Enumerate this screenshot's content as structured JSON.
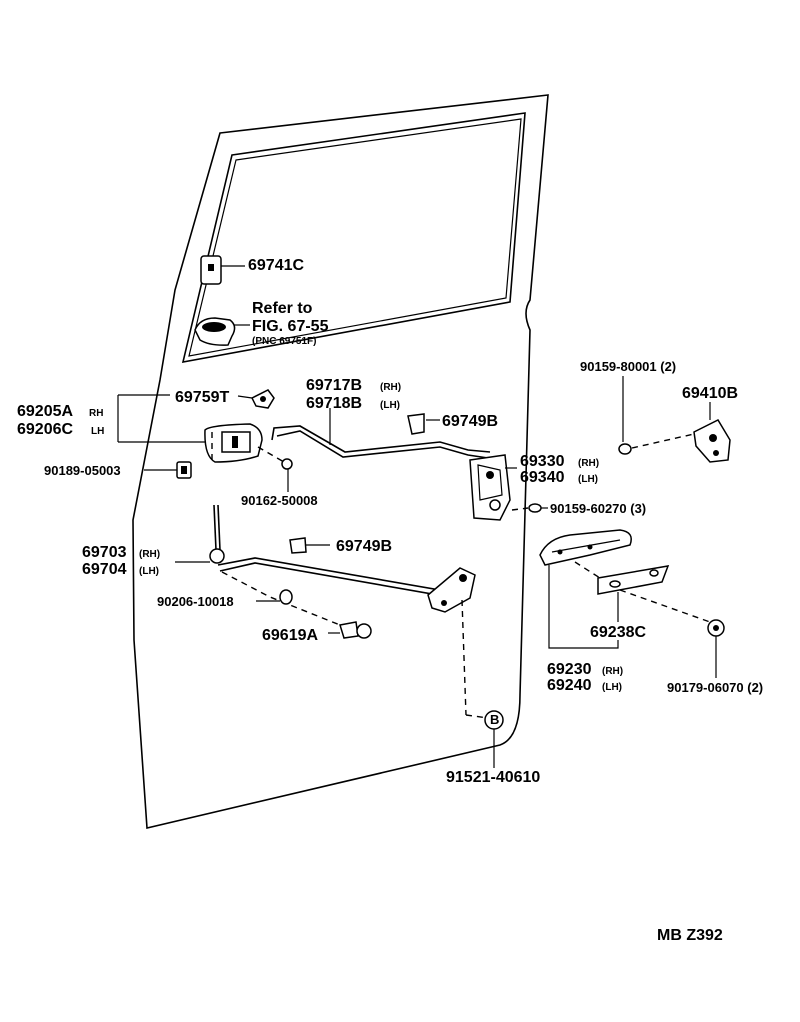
{
  "labels": {
    "p69741C": "69741C",
    "refer1": "Refer  to",
    "refer2": "FIG. 67-55",
    "refer3": "(PNC  69751F)",
    "p69759T": "69759T",
    "p69205A": "69205A",
    "rh1": "RH",
    "p69206C": "69206C",
    "lh1": "LH",
    "p69717B": "69717B",
    "rh2": "(RH)",
    "p69718B": "69718B",
    "lh2": "(LH)",
    "p69749B_top": "69749B",
    "p90189": "90189-05003",
    "p90162": "90162-50008",
    "p90159_80001": "90159-80001 (2)",
    "p69410B": "69410B",
    "p69330": "69330",
    "rh3": "(RH)",
    "p69340": "69340",
    "lh3": "(LH)",
    "p90159_60270": "90159-60270 (3)",
    "p69703": "69703",
    "rh4": "(RH)",
    "p69704": "69704",
    "lh4": "(LH)",
    "p69749B_mid": "69749B",
    "p90206": "90206-10018",
    "p69619A": "69619A",
    "p69238C": "69238C",
    "p69230": "69230",
    "rh5": "(RH)",
    "p69240": "69240",
    "lh5": "(LH)",
    "p90179": "90179-06070 (2)",
    "p91521": "91521-40610",
    "b_marker": "B",
    "code": "MB  Z392"
  }
}
